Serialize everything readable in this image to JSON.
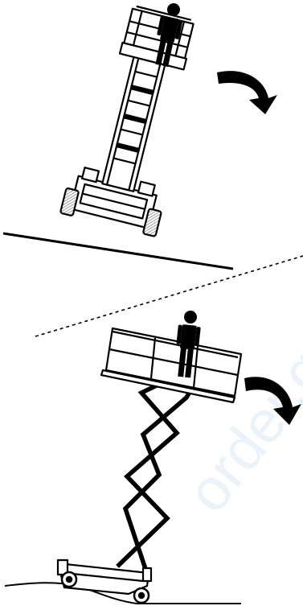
{
  "figure": {
    "panels": [
      {
        "id": "top",
        "subject": "mast-lift-tipping-on-slope"
      },
      {
        "id": "bottom",
        "subject": "scissor-lift-tipping-on-uneven-ground"
      }
    ],
    "icons": [
      "person-icon",
      "tipping-arrow-icon",
      "mast-lift",
      "scissor-lift",
      "ground-line",
      "divider-dashed-line"
    ],
    "colors": {
      "ink": "#000000",
      "background": "#ffffff",
      "watermark": "#eaf2fb",
      "wheel_hatch": "#777777"
    }
  },
  "watermark": {
    "text": "order.g"
  }
}
